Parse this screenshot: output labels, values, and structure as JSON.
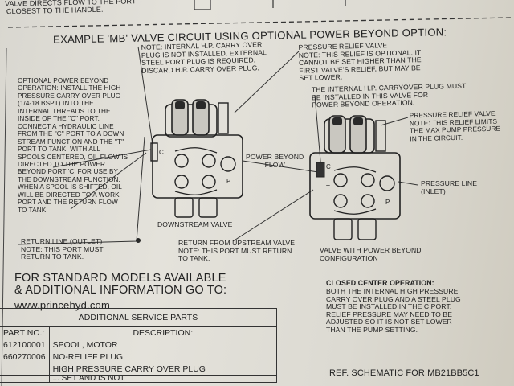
{
  "top_fragment": {
    "line1": "VALVE DIRECTS FLOW TO THE PORT",
    "line2": "CLOSEST TO THE HANDLE."
  },
  "heading": "EXAMPLE 'MB' VALVE CIRCUIT USING OPTIONAL POWER BEYOND OPTION:",
  "notes": {
    "hp_plug": "NOTE: INTERNAL H.P. CARRY OVER\nPLUG IS NOT INSTALLED. EXTERNAL\nSTEEL PORT PLUG IS REQUIRED.\nDISCARD H.P. CARRY OVER PLUG.",
    "relief_valve": "PRESSURE RELIEF VALVE\nNOTE: THIS RELIEF IS OPTIONAL. IT\nCANNOT BE SET HIGHER THAN THE\nFIRST VALVE'S RELIEF, BUT MAY BE\nSET LOWER.",
    "optional_power_beyond": "OPTIONAL POWER BEYOND\nOPERATION: INSTALL THE HIGH\nPRESSURE CARRY OVER PLUG\n(1/4-18 BSPT) INTO THE\nINTERNAL THREADS TO THE\nINSIDE OF THE \"C\" PORT.\nCONNECT A HYDRAULIC LINE\nFROM THE \"C\" PORT TO A DOWN\nSTREAM FUNCTION AND THE \"T\"\nPORT TO TANK. WITH ALL\nSPOOLS CENTERED, OIL FLOW IS\nDIRECTED TO THE POWER\nBEYOND PORT 'C' FOR USE BY\nTHE DOWNSTREAM FUNCTION.\nWHEN A SPOOL IS SHIFTED, OIL\nWILL BE DIRECTED TO A WORK\nPORT AND THE RETURN FLOW\nTO TANK.",
    "internal_plug": "THE INTERNAL H.P. CARRYOVER PLUG MUST\nBE INSTALLED IN THIS VALVE FOR\nPOWER BEYOND OPERATION.",
    "relief_valve_2": "PRESSURE RELIEF VALVE\nNOTE: THIS RELIEF LIMITS\nTHE MAX PUMP PRESSURE\nIN THE CIRCUIT.",
    "power_beyond_flow": "POWER BEYOND\nFLOW",
    "pressure_line": "PRESSURE LINE\n(INLET)",
    "downstream_valve": "DOWNSTREAM VALVE",
    "return_line": "RETURN LINE (OUTLET)\nNOTE: THIS PORT MUST\nRETURN TO TANK.",
    "return_upstream": "RETURN FROM UPSTREAM VALVE\nNOTE: THIS PORT MUST RETURN\nTO TANK.",
    "valve_config": "VALVE WITH POWER BEYOND\nCONFIGURATION",
    "closed_center_title": "CLOSED CENTER OPERATION:",
    "closed_center_body": "BOTH THE INTERNAL HIGH PRESSURE\nCARRY OVER PLUG AND A STEEL PLUG\nMUST BE INSTALLED IN THE C PORT.\nRELIEF PRESSURE MAY NEED TO BE\nADJUSTED SO IT IS NOT SET LOWER\nTHAN THE PUMP SETTING.",
    "ref_schematic": "REF. SCHEMATIC FOR MB21BB5C1"
  },
  "port_letters": {
    "c": "C",
    "p": "P",
    "t": "T"
  },
  "info": {
    "line1": "FOR STANDARD MODELS AVAILABLE",
    "line2": "& ADDITIONAL INFORMATION GO TO:",
    "url": "www.princehyd.com"
  },
  "parts_table": {
    "title": "ADDITIONAL SERVICE PARTS",
    "col_part": "PART NO.:",
    "col_desc": "DESCRIPTION:",
    "rows": [
      {
        "part": "612100001",
        "desc": "SPOOL, MOTOR"
      },
      {
        "part": "660270006",
        "desc": "NO-RELIEF PLUG"
      },
      {
        "part": "",
        "desc": "HIGH PRESSURE CARRY OVER PLUG"
      }
    ],
    "partial_row": "... SET AND IS NOT"
  }
}
